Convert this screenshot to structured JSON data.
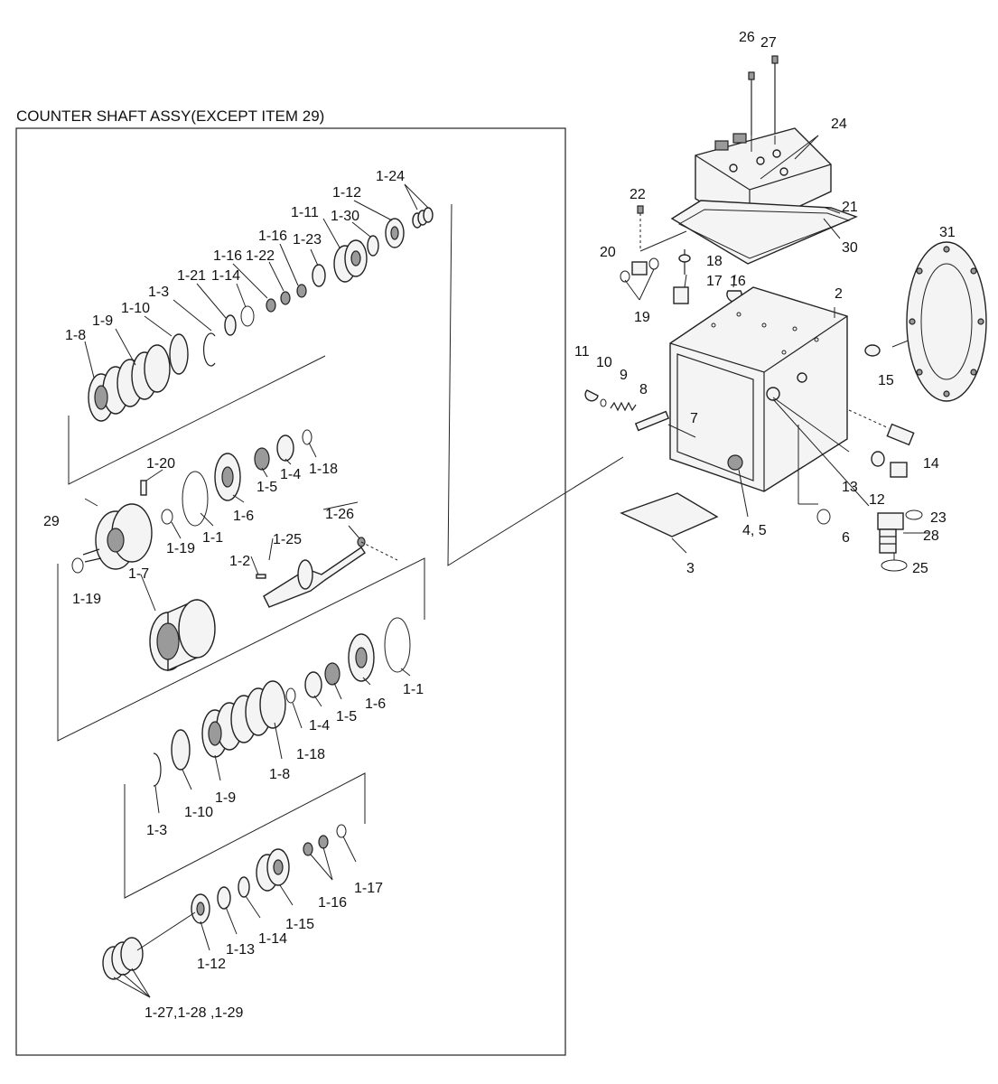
{
  "assembly_title": "COUNTER SHAFT ASSY(EXCEPT ITEM 29)",
  "labels": {
    "l26": "26",
    "l27": "27",
    "l24": "24",
    "l22": "22",
    "l21": "21",
    "l30": "30",
    "l31": "31",
    "l20": "20",
    "l18": "18",
    "l17": "17",
    "l16": "16",
    "l2": "2",
    "l19": "19",
    "l11": "11",
    "l10": "10",
    "l9": "9",
    "l8": "8",
    "l15": "15",
    "l7": "7",
    "l14": "14",
    "l13": "13",
    "l12": "12",
    "l45": "4, 5",
    "l6": "6",
    "l23": "23",
    "l28": "28",
    "l25": "25",
    "l3": "3",
    "c1_24": "1-24",
    "c1_12a": "1-12",
    "c1_11": "1-11",
    "c1_30": "1-30",
    "c1_16a": "1-16",
    "c1_23": "1-23",
    "c1_16b": "1-16",
    "c1_22": "1-22",
    "c1_21": "1-21",
    "c1_14a": "1-14",
    "c1_3a": "1-3",
    "c1_10a": "1-10",
    "c1_9a": "1-9",
    "c1_8a": "1-8",
    "c1_20": "1-20",
    "c1_1a": "1-1",
    "c1_6a": "1-6",
    "c1_5a": "1-5",
    "c1_4a": "1-4",
    "c1_18a": "1-18",
    "c29": "29",
    "c1_19a": "1-19",
    "c1_19b": "1-19",
    "c1_7": "1-7",
    "c1_25": "1-25",
    "c1_26": "1-26",
    "c1_2": "1-2",
    "c1_1b": "1-1",
    "c1_6b": "1-6",
    "c1_5b": "1-5",
    "c1_4b": "1-4",
    "c1_18b": "1-18",
    "c1_8b": "1-8",
    "c1_9b": "1-9",
    "c1_10b": "1-10",
    "c1_3b": "1-3",
    "c1_17": "1-17",
    "c1_16c": "1-16",
    "c1_15": "1-15",
    "c1_14b": "1-14",
    "c1_13": "1-13",
    "c1_12b": "1-12",
    "c1_27": "1-27,1-28 ,1-29"
  }
}
